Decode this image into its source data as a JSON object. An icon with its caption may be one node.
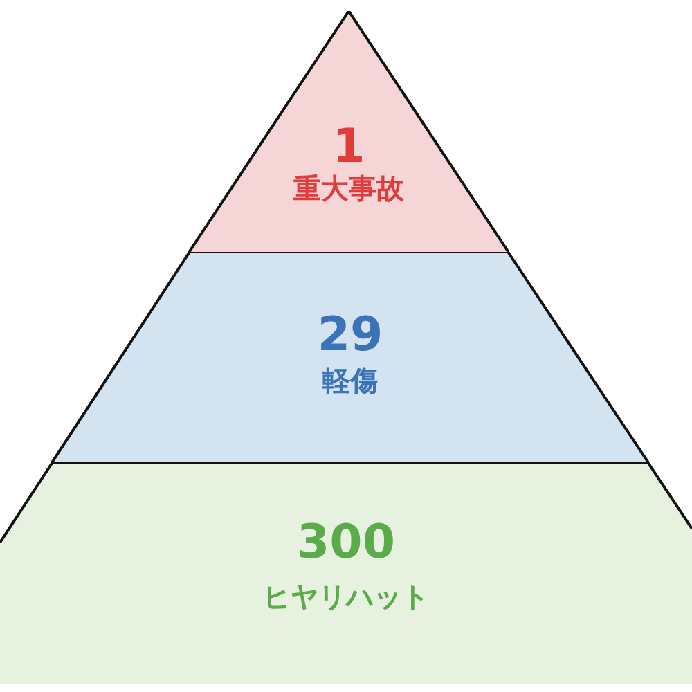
{
  "diagram": {
    "nodes": [
      {
        "text": [
          "1",
          "重大事故"
        ]
      },
      {
        "text": [
          "29",
          "軽傷"
        ]
      },
      {
        "text": [
          "300",
          "ヒヤリハット"
        ]
      }
    ]
  }
}
